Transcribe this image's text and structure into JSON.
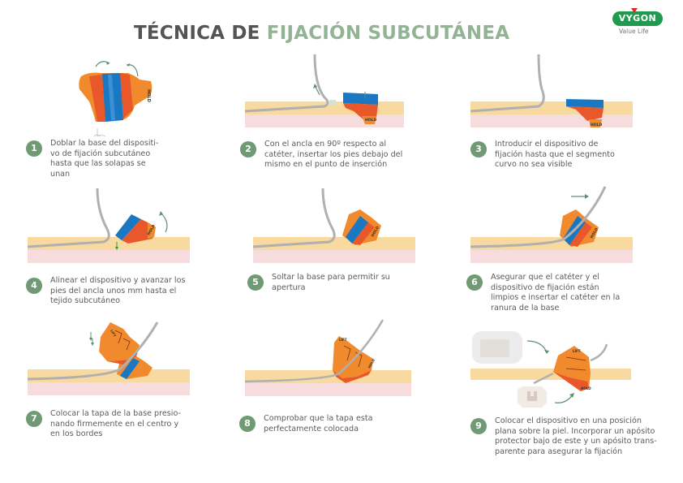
{
  "header": {
    "title_part1": "TÉCNICA DE ",
    "title_part2": "FIJACIÓN SUBCUTÁNEA"
  },
  "logo": {
    "brand": "VYGON",
    "tagline": "Value Life"
  },
  "colors": {
    "title_dark": "#545454",
    "title_green": "#93b494",
    "step_badge": "#6f9a74",
    "skin_top": "#f8d9a0",
    "skin_bottom": "#f6dcdc",
    "device_orange": "#f08a2c",
    "device_red": "#e8582a",
    "device_blue": "#1a78c2",
    "catheter_grey": "#b0b0b0",
    "logo_green": "#1f9a4e"
  },
  "steps": [
    {
      "number": "1",
      "text": "Doblar la base del dispositi-\nvo de fijación subcutáneo\nhasta que las solapas se\nunan",
      "illustration": "fold-device"
    },
    {
      "number": "2",
      "text": "Con el ancla en 90º respecto al\ncatéter, insertar los pies debajo del\nmismo en el punto de inserción",
      "illustration": "insert-feet"
    },
    {
      "number": "3",
      "text": "Introducir el dispositivo de\nfijación hasta que el segmento\ncurvo no sea visible",
      "illustration": "advance-device"
    },
    {
      "number": "4",
      "text": "Alinear el dispositivo y avanzar los\npies del ancla unos mm hasta el\ntejido subcutáneo",
      "illustration": "align-device"
    },
    {
      "number": "5",
      "text": "Soltar la base para permitir su\napertura",
      "illustration": "release-base"
    },
    {
      "number": "6",
      "text": "Asegurar que el catéter y el\ndispositivo de fijación están\nlimpios e insertar el catéter en la\nranura de la base",
      "illustration": "insert-catheter"
    },
    {
      "number": "7",
      "text": "Colocar la tapa de la base presio-\nnando firmemente en el centro y\nen los bordes",
      "illustration": "place-cap"
    },
    {
      "number": "8",
      "text": "Comprobar que la tapa esta\nperfectamente colocada",
      "illustration": "check-cap"
    },
    {
      "number": "9",
      "text": "Colocar el dispositivo en una posición\nplana sobre la piel. Incorporar un apósito\nprotector bajo de este y un apósito trans-\nparente para asegurar la fijación",
      "illustration": "apply-dressing"
    }
  ],
  "device_labels": {
    "hold": "HOLD",
    "lift": "LIFT"
  }
}
